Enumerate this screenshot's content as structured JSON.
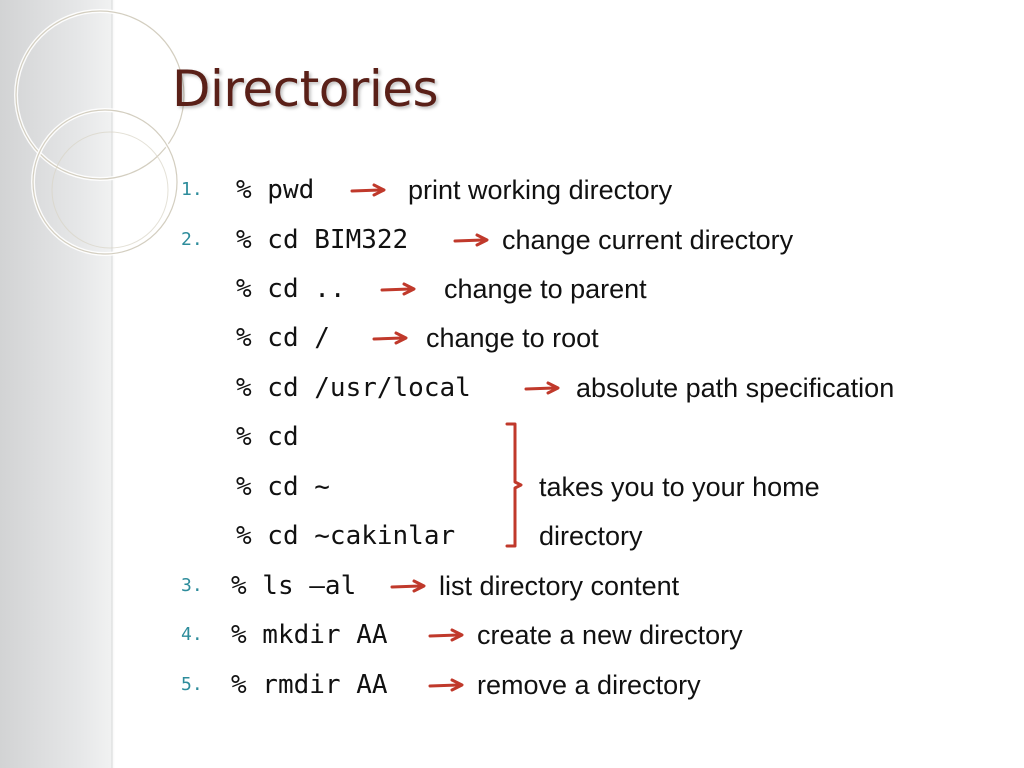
{
  "slide": {
    "title": "Directories",
    "accent_color": "#5a2018",
    "arrow_color": "#c0392b",
    "number_color": "#2d8c9b"
  },
  "items": [
    {
      "num": "1.",
      "cmd": "% pwd",
      "desc": "print working directory"
    },
    {
      "num": "2.",
      "cmd": "% cd BIM322",
      "desc": "change current directory"
    },
    {
      "num": "",
      "cmd": "% cd ..",
      "desc": "change to parent"
    },
    {
      "num": "",
      "cmd": "% cd /",
      "desc": "change to root"
    },
    {
      "num": "",
      "cmd": "% cd /usr/local",
      "desc": "absolute path specification"
    },
    {
      "num": "",
      "cmd": "% cd",
      "desc": ""
    },
    {
      "num": "",
      "cmd": "% cd ~",
      "desc": "takes you to your home"
    },
    {
      "num": "",
      "cmd": "% cd ~cakinlar",
      "desc": "directory"
    },
    {
      "num": "3.",
      "cmd": "% ls –al",
      "desc": "list directory content"
    },
    {
      "num": "4.",
      "cmd": "% mkdir AA",
      "desc": "create a new directory"
    },
    {
      "num": "5.",
      "cmd": "% rmdir AA",
      "desc": "remove a directory"
    }
  ]
}
